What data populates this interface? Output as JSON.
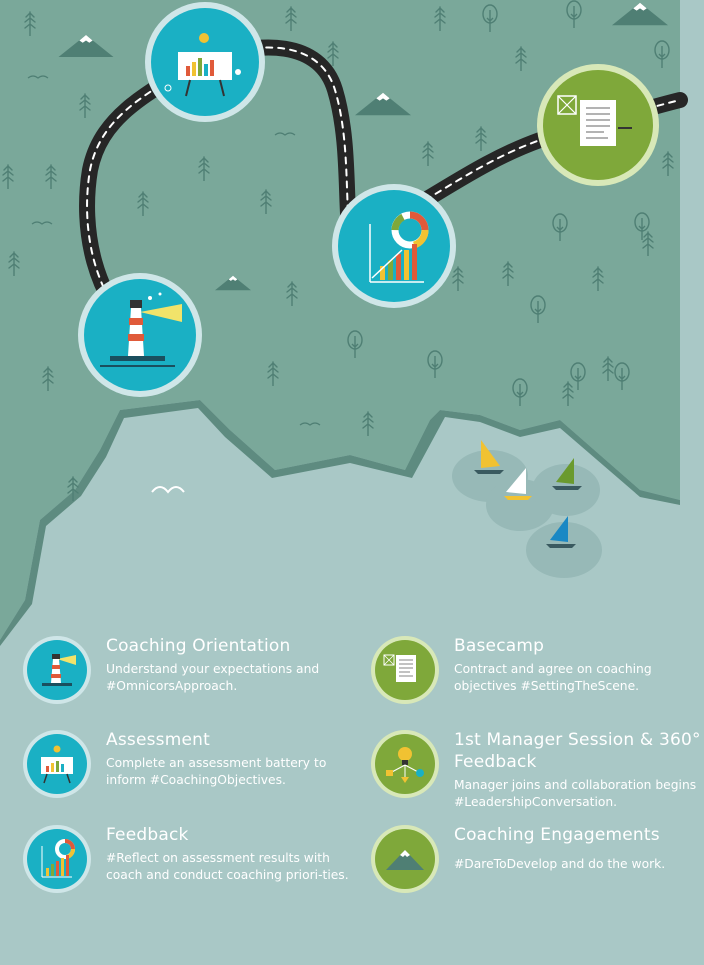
{
  "colors": {
    "forest": "#7aa89a",
    "forest_dark": "#5e8b80",
    "water": "#a9c8c6",
    "road": "#2a2a2a",
    "teal_badge": "#1ab0c4",
    "green_badge": "#7fa83a"
  },
  "map": {
    "milestones": [
      {
        "icon": "presentation-board-icon",
        "style": "teal"
      },
      {
        "icon": "document-icon",
        "style": "green"
      },
      {
        "icon": "growth-chart-icon",
        "style": "teal"
      },
      {
        "icon": "lighthouse-icon",
        "style": "teal"
      }
    ],
    "boats": [
      "yellow-sailboat-icon",
      "white-sailboat-icon",
      "green-sailboat-icon",
      "blue-sailboat-icon"
    ]
  },
  "steps": [
    {
      "title": "Coaching Orientation",
      "desc": "Understand your expectations and #OmnicorsApproach.",
      "icon": "lighthouse-icon",
      "style": "teal"
    },
    {
      "title": "Basecamp",
      "desc": "Contract and agree on coaching objectives #SettingTheScene.",
      "icon": "document-icon",
      "style": "green"
    },
    {
      "title": "Assessment",
      "desc": "Complete an assessment battery to inform #CoachingObjectives.",
      "icon": "presentation-board-icon",
      "style": "teal"
    },
    {
      "title": "1st Manager Session & 360° Feedback",
      "desc": "Manager joins and collaboration begins #LeadershipConversation.",
      "icon": "lightbulb-network-icon",
      "style": "green"
    },
    {
      "title": "Feedback",
      "desc": "#Reflect on assessment results with coach and conduct coaching priori-ties.",
      "icon": "growth-chart-icon",
      "style": "teal"
    },
    {
      "title": "Coaching Engagements",
      "desc": "#DareToDevelop and do the work.",
      "icon": "mountain-icon",
      "style": "green"
    }
  ]
}
